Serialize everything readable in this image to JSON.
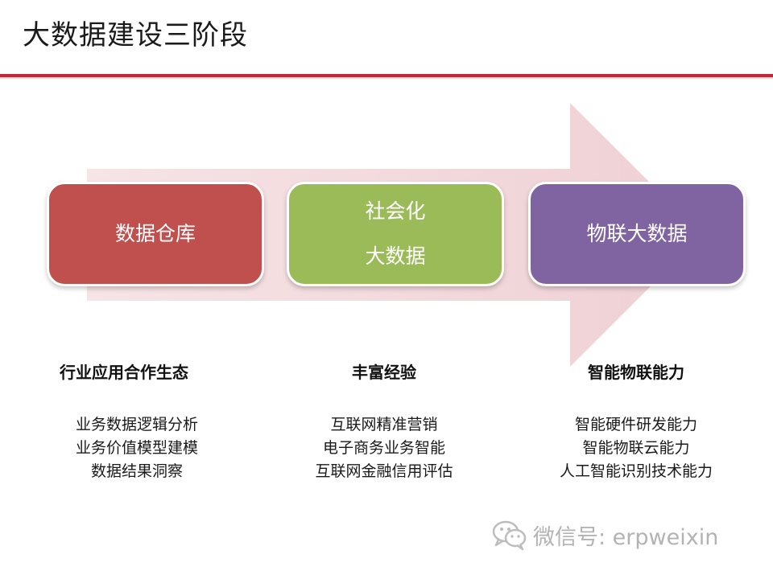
{
  "title": "大数据建设三阶段",
  "colors": {
    "accent_rule": "#c0283a",
    "arrow_fill": "#f2d9dc",
    "stage_1": "#c0504d",
    "stage_2": "#9bbb59",
    "stage_3": "#8064a2"
  },
  "stages": [
    {
      "lines": [
        "数据仓库"
      ]
    },
    {
      "lines": [
        "社会化",
        "大数据"
      ]
    },
    {
      "lines": [
        "物联大数据"
      ]
    }
  ],
  "columns": [
    {
      "heading": "行业应用合作生态",
      "items": [
        "业务数据逻辑分析",
        "业务价值模型建模",
        "数据结果洞察"
      ]
    },
    {
      "heading": "丰富经验",
      "items": [
        "互联网精准营销",
        "电子商务业务智能",
        "互联网金融信用评估"
      ]
    },
    {
      "heading": "智能物联能力",
      "items": [
        "智能硬件研发能力",
        "智能物联云能力",
        "人工智能识别技术能力"
      ]
    }
  ],
  "watermark": {
    "icon": "wechat-icon",
    "text": "微信号: erpweixin"
  }
}
